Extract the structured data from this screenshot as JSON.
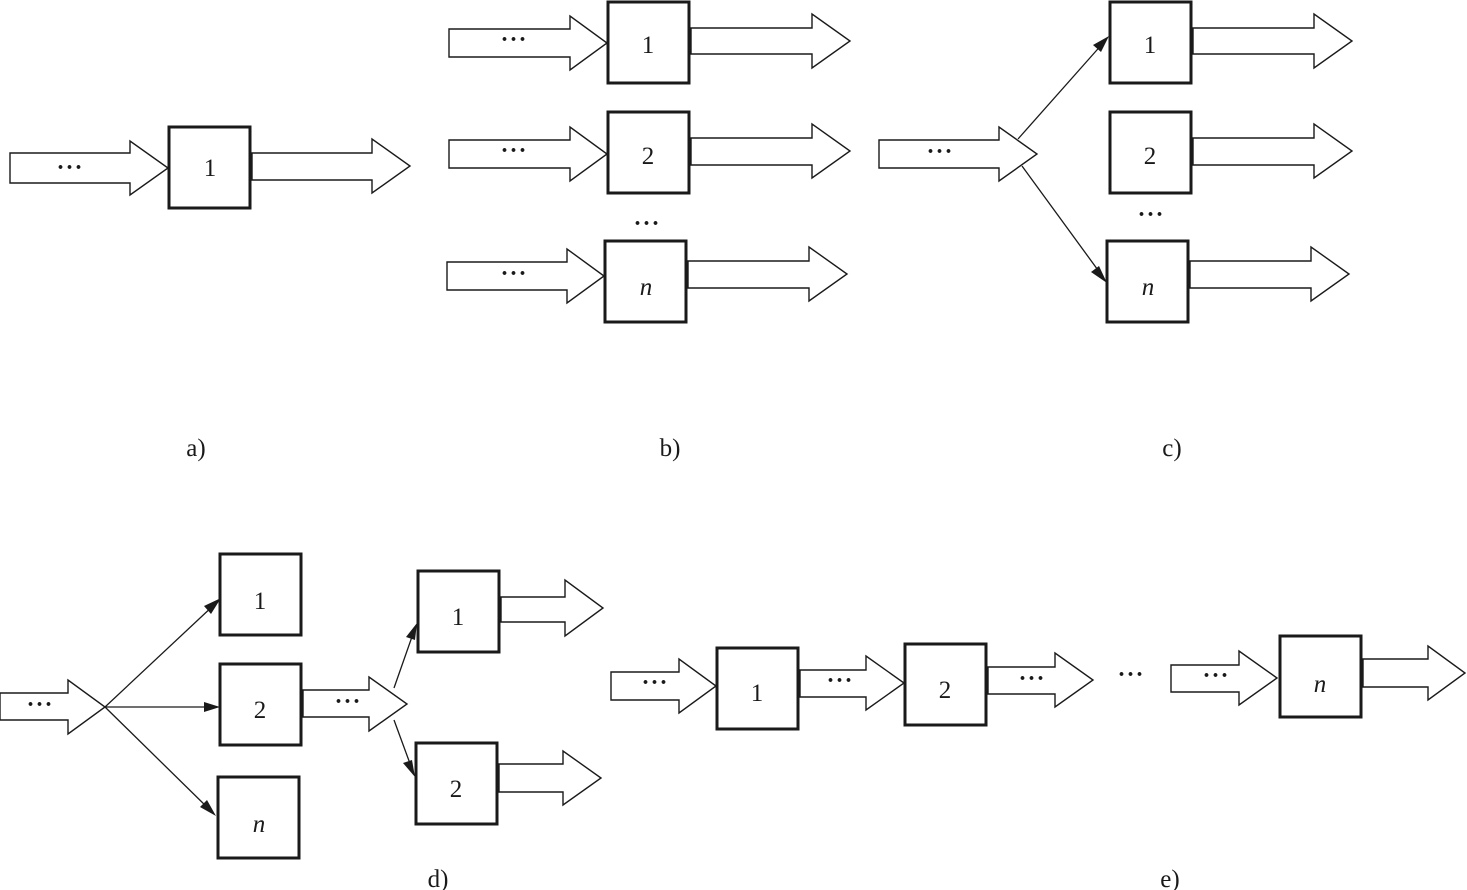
{
  "panels": {
    "a": {
      "caption": "a)",
      "box_labels": [
        "1"
      ],
      "ellipsis": "···"
    },
    "b": {
      "caption": "b)",
      "box_labels": [
        "1",
        "2",
        "n"
      ],
      "ellipsis": "···"
    },
    "c": {
      "caption": "c)",
      "box_labels": [
        "1",
        "2",
        "n"
      ],
      "ellipsis": "···"
    },
    "d": {
      "caption": "d)",
      "stage1_box_labels": [
        "1",
        "2",
        "n"
      ],
      "stage2_box_labels": [
        "1",
        "2"
      ],
      "ellipsis": "···"
    },
    "e": {
      "caption": "e)",
      "box_labels": [
        "1",
        "2",
        "n"
      ],
      "ellipsis": "···"
    }
  },
  "colors": {
    "stroke": "#1a1a1a",
    "background": "#ffffff"
  }
}
